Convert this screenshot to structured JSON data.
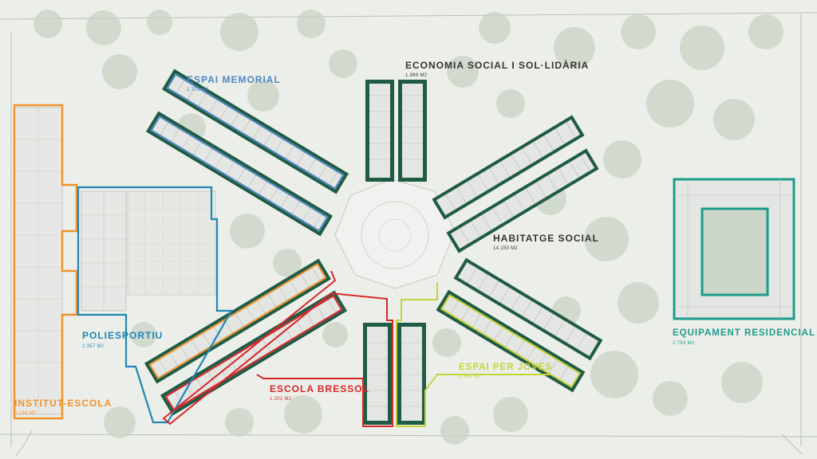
{
  "colors": {
    "background": "#ecefe9",
    "vegetation": "#c9d3c4",
    "building_outline": "#1f5b45",
    "building_fill": "#e4e6e3",
    "espai_memorial": "#4f87c2",
    "institut_escola": "#f0922b",
    "poliesportiu": "#1f86b5",
    "escola_bressol": "#d8272a",
    "espai_per_joves": "#c6d23b",
    "equipament_residencial": "#1d9b8c",
    "labels_dark": "#333333"
  },
  "zones": {
    "economia": {
      "label": "ECONOMIA SOCIAL I SOL·LIDÀRIA",
      "area": "1.969 M2"
    },
    "memorial": {
      "label": "ESPAI MEMORIAL",
      "area": "1.721 M2"
    },
    "habitatge": {
      "label": "HABITATGE SOCIAL",
      "area": "14.150 M2"
    },
    "residencial": {
      "label": "EQUIPAMENT RESIDENCIAL",
      "area": "2.793 M2"
    },
    "poliesportiu": {
      "label": "POLIESPORTIU",
      "area": "2.357 M2"
    },
    "bressol": {
      "label": "ESCOLA BRESSOL",
      "area": "1.202 M2"
    },
    "joves": {
      "label": "ESPAI PER JOVES",
      "area": "1.580 M2"
    },
    "institut": {
      "label": "INSTITUT-ESCOLA",
      "area": "6.194 M2"
    }
  }
}
